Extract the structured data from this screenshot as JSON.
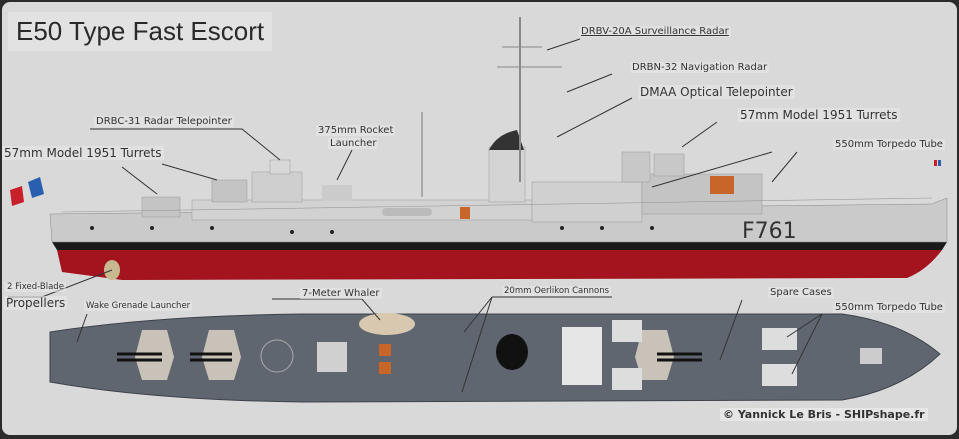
{
  "title": "E50 Type Fast Escort",
  "hull_number": "F761",
  "labels": {
    "drbv": "DRBV-20A Surveillance Radar",
    "drbn": "DRBN-32 Navigation Radar",
    "dmaa": "DMAA Optical Telepointer",
    "turrets_fwd": "57mm Model 1951 Turrets",
    "torpedo_side": "550mm Torpedo Tube",
    "drbc": "DRBC-31 Radar Telepointer",
    "rocket_line1": "375mm Rocket",
    "rocket_line2": "Launcher",
    "turrets_aft": "57mm Model 1951 Turrets",
    "propellers_line1": "2 Fixed-Blade",
    "propellers_line2": "Propellers",
    "wake_grenade": "Wake Grenade Launcher",
    "whaler": "7-Meter Whaler",
    "oerlikon": "20mm Oerlikon Cannons",
    "spare_cases": "Spare Cases",
    "torpedo_top": "550mm Torpedo Tube"
  },
  "credit": "© Yannick Le Bris - SHIPshape.fr",
  "colors": {
    "hull_grey": "#c9c9c9",
    "boot": "#1a1a1a",
    "red": "#a3141e",
    "deck": "#5f6670",
    "accent": "#c8662a"
  }
}
